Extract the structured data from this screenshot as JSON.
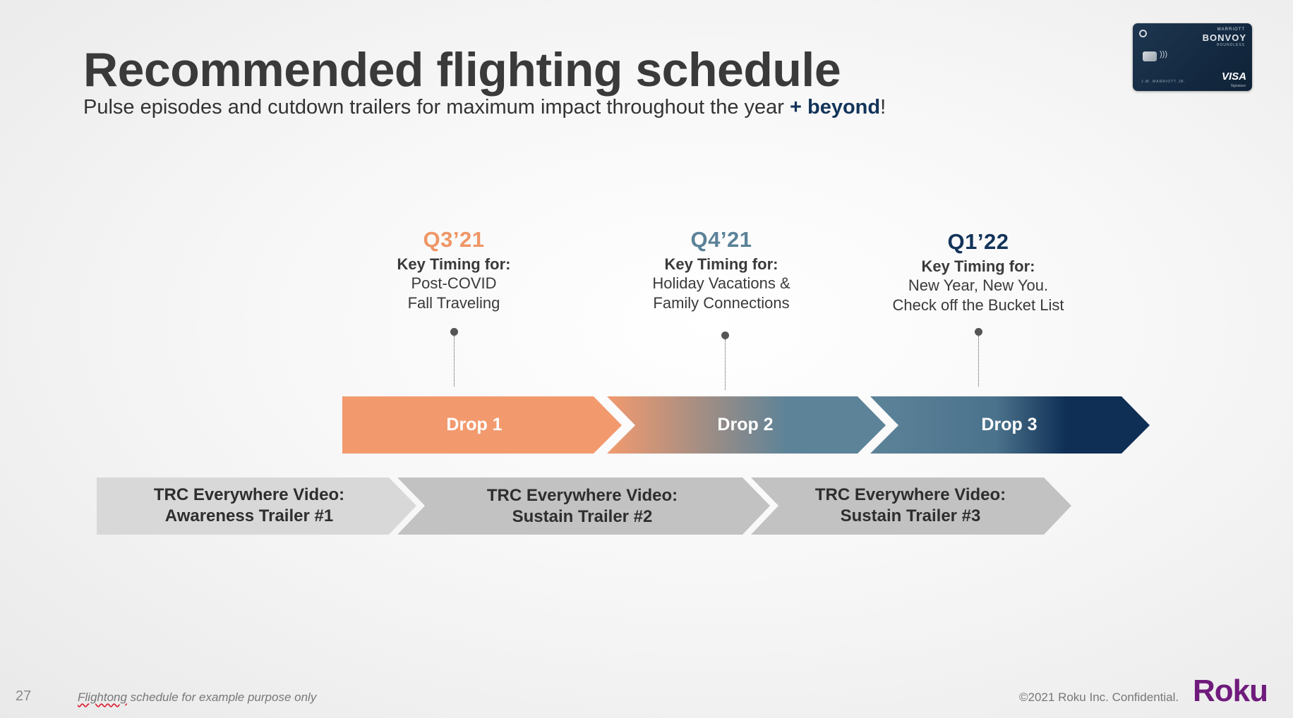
{
  "title": "Recommended flighting schedule",
  "subtitle": {
    "text": "Pulse episodes and cutdown trailers for maximum impact throughout the year ",
    "accent": "+ beyond",
    "end": "!"
  },
  "card": {
    "brand_top": "MARRIOTT",
    "brand": "BONVOY",
    "brand_sub": "BOUNDLESS",
    "holder": "J.W. MARRIOTT JR.",
    "network": "VISA",
    "network_sub": "Signature"
  },
  "quarters": [
    {
      "label": "Q3’21",
      "key": "Key Timing for:",
      "line1": "Post-COVID",
      "line2": "Fall Traveling",
      "color": "#ef9666"
    },
    {
      "label": "Q4’21",
      "key": "Key Timing for:",
      "line1": "Holiday Vacations &",
      "line2": "Family Connections",
      "color": "#5b8298"
    },
    {
      "label": "Q1’22",
      "key": "Key Timing for:",
      "line1": "New Year, New You.",
      "line2": "Check off the Bucket List",
      "color": "#13345a"
    }
  ],
  "drops": [
    "Drop 1",
    "Drop 2",
    "Drop 3"
  ],
  "trailers": [
    {
      "line1": "TRC Everywhere Video:",
      "line2": "Awareness Trailer #1"
    },
    {
      "line1": "TRC Everywhere Video:",
      "line2": "Sustain Trailer #2"
    },
    {
      "line1": "TRC Everywhere Video:",
      "line2": "Sustain Trailer #3"
    }
  ],
  "colors": {
    "orange": "#f29a6e",
    "steel": "#5c8398",
    "navy": "#0f2f55",
    "trailer_light": "#d8d8d8",
    "trailer_mid": "#c2c2c2",
    "logo": "#6f1b7c"
  },
  "footer": {
    "page_number": "27",
    "disclaimer_word": "Flightong",
    "disclaimer_rest": " schedule for example purpose only",
    "copyright": "©2021 Roku Inc. Confidential.",
    "logo": "Roku"
  }
}
